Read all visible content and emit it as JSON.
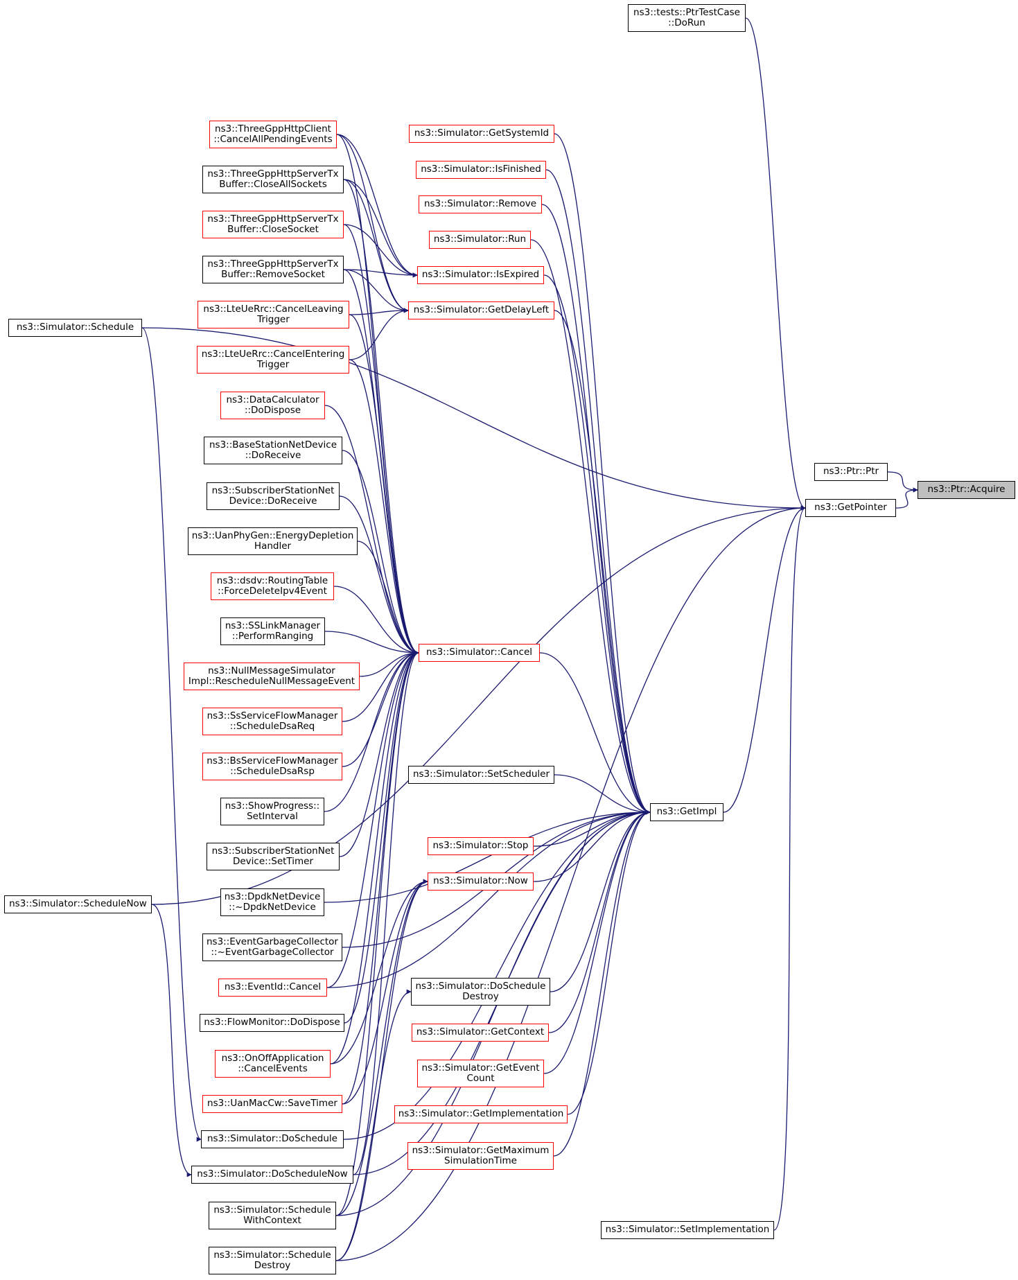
{
  "colors": {
    "edge": "#191970",
    "border_default": "#000000",
    "border_red": "#ff0000",
    "focus_fill": "#bfbfbf"
  },
  "nodes": {
    "acquire": {
      "lines": [
        "ns3::Ptr::Acquire"
      ],
      "border": "black",
      "highlight": true
    },
    "ptr_ptr": {
      "lines": [
        "ns3::Ptr::Ptr"
      ],
      "border": "black"
    },
    "get_pointer": {
      "lines": [
        "ns3::GetPointer"
      ],
      "border": "black"
    },
    "ptr_test_case": {
      "lines": [
        "ns3::tests::PtrTestCase",
        "::DoRun"
      ],
      "border": "black"
    },
    "get_impl": {
      "lines": [
        "ns3::GetImpl"
      ],
      "border": "black"
    },
    "sim_set_implementation": {
      "lines": [
        "ns3::Simulator::SetImplementation"
      ],
      "border": "black"
    },
    "sim_schedule": {
      "lines": [
        "ns3::Simulator::Schedule"
      ],
      "border": "black"
    },
    "sim_schedule_now": {
      "lines": [
        "ns3::Simulator::ScheduleNow"
      ],
      "border": "black"
    },
    "sim_get_system_id": {
      "lines": [
        "ns3::Simulator::GetSystemId"
      ],
      "border": "red"
    },
    "sim_is_finished": {
      "lines": [
        "ns3::Simulator::IsFinished"
      ],
      "border": "red"
    },
    "sim_remove": {
      "lines": [
        "ns3::Simulator::Remove"
      ],
      "border": "red"
    },
    "sim_run": {
      "lines": [
        "ns3::Simulator::Run"
      ],
      "border": "red"
    },
    "sim_is_expired": {
      "lines": [
        "ns3::Simulator::IsExpired"
      ],
      "border": "red"
    },
    "sim_get_delay_left": {
      "lines": [
        "ns3::Simulator::GetDelayLeft"
      ],
      "border": "red"
    },
    "sim_cancel": {
      "lines": [
        "ns3::Simulator::Cancel"
      ],
      "border": "red"
    },
    "sim_set_scheduler": {
      "lines": [
        "ns3::Simulator::SetScheduler"
      ],
      "border": "black"
    },
    "sim_stop": {
      "lines": [
        "ns3::Simulator::Stop"
      ],
      "border": "red"
    },
    "sim_now": {
      "lines": [
        "ns3::Simulator::Now"
      ],
      "border": "red"
    },
    "sim_do_schedule_destroy": {
      "lines": [
        "ns3::Simulator::DoSchedule",
        "Destroy"
      ],
      "border": "black"
    },
    "sim_get_context": {
      "lines": [
        "ns3::Simulator::GetContext"
      ],
      "border": "red"
    },
    "sim_get_event_count": {
      "lines": [
        "ns3::Simulator::GetEvent",
        "Count"
      ],
      "border": "red"
    },
    "sim_get_implementation": {
      "lines": [
        "ns3::Simulator::GetImplementation"
      ],
      "border": "red"
    },
    "sim_get_max_sim_time": {
      "lines": [
        "ns3::Simulator::GetMaximum",
        "SimulationTime"
      ],
      "border": "red"
    },
    "http_client_cancel": {
      "lines": [
        "ns3::ThreeGppHttpClient",
        "::CancelAllPendingEvents"
      ],
      "border": "red"
    },
    "http_close_all_sockets": {
      "lines": [
        "ns3::ThreeGppHttpServerTx",
        "Buffer::CloseAllSockets"
      ],
      "border": "black"
    },
    "http_close_socket": {
      "lines": [
        "ns3::ThreeGppHttpServerTx",
        "Buffer::CloseSocket"
      ],
      "border": "red"
    },
    "http_remove_socket": {
      "lines": [
        "ns3::ThreeGppHttpServerTx",
        "Buffer::RemoveSocket"
      ],
      "border": "black"
    },
    "lte_cancel_leaving": {
      "lines": [
        "ns3::LteUeRrc::CancelLeaving",
        "Trigger"
      ],
      "border": "red"
    },
    "lte_cancel_entering": {
      "lines": [
        "ns3::LteUeRrc::CancelEntering",
        "Trigger"
      ],
      "border": "red"
    },
    "data_calculator_dispose": {
      "lines": [
        "ns3::DataCalculator",
        "::DoDispose"
      ],
      "border": "red"
    },
    "bs_net_device_receive": {
      "lines": [
        "ns3::BaseStationNetDevice",
        "::DoReceive"
      ],
      "border": "black"
    },
    "ss_net_device_receive": {
      "lines": [
        "ns3::SubscriberStationNet",
        "Device::DoReceive"
      ],
      "border": "black"
    },
    "uan_energy_depletion": {
      "lines": [
        "ns3::UanPhyGen::EnergyDepletion",
        "Handler"
      ],
      "border": "black"
    },
    "dsdv_force_delete": {
      "lines": [
        "ns3::dsdv::RoutingTable",
        "::ForceDeleteIpv4Event"
      ],
      "border": "red"
    },
    "ss_link_ranging": {
      "lines": [
        "ns3::SSLinkManager",
        "::PerformRanging"
      ],
      "border": "black"
    },
    "null_msg_reschedule": {
      "lines": [
        "ns3::NullMessageSimulator",
        "Impl::RescheduleNullMessageEvent"
      ],
      "border": "red"
    },
    "ss_dsa_req": {
      "lines": [
        "ns3::SsServiceFlowManager",
        "::ScheduleDsaReq"
      ],
      "border": "red"
    },
    "bs_dsa_rsp": {
      "lines": [
        "ns3::BsServiceFlowManager",
        "::ScheduleDsaRsp"
      ],
      "border": "red"
    },
    "show_progress_interval": {
      "lines": [
        "ns3::ShowProgress::",
        "SetInterval"
      ],
      "border": "black"
    },
    "ss_net_device_timer": {
      "lines": [
        "ns3::SubscriberStationNet",
        "Device::SetTimer"
      ],
      "border": "black"
    },
    "dpdk_net_device_dtor": {
      "lines": [
        "ns3::DpdkNetDevice",
        "::~DpdkNetDevice"
      ],
      "border": "black"
    },
    "event_gc_dtor": {
      "lines": [
        "ns3::EventGarbageCollector",
        "::~EventGarbageCollector"
      ],
      "border": "black"
    },
    "event_id_cancel": {
      "lines": [
        "ns3::EventId::Cancel"
      ],
      "border": "red"
    },
    "flow_monitor_dispose": {
      "lines": [
        "ns3::FlowMonitor::DoDispose"
      ],
      "border": "black"
    },
    "onoff_cancel_events": {
      "lines": [
        "ns3::OnOffApplication",
        "::CancelEvents"
      ],
      "border": "red"
    },
    "uan_mac_save_timer": {
      "lines": [
        "ns3::UanMacCw::SaveTimer"
      ],
      "border": "red"
    },
    "sim_do_schedule": {
      "lines": [
        "ns3::Simulator::DoSchedule"
      ],
      "border": "black"
    },
    "sim_do_schedule_now": {
      "lines": [
        "ns3::Simulator::DoScheduleNow"
      ],
      "border": "black"
    },
    "sim_schedule_with_context": {
      "lines": [
        "ns3::Simulator::Schedule",
        "WithContext"
      ],
      "border": "black"
    },
    "sim_schedule_destroy": {
      "lines": [
        "ns3::Simulator::Schedule",
        "Destroy"
      ],
      "border": "black"
    }
  },
  "edges": [
    [
      "ptr_ptr",
      "acquire"
    ],
    [
      "get_pointer",
      "acquire"
    ],
    [
      "ptr_test_case",
      "get_pointer"
    ],
    [
      "sim_schedule",
      "get_pointer"
    ],
    [
      "sim_schedule_now",
      "get_pointer"
    ],
    [
      "get_impl",
      "get_pointer"
    ],
    [
      "sim_set_implementation",
      "get_pointer"
    ],
    [
      "sim_schedule_destroy",
      "get_pointer"
    ],
    [
      "sim_get_system_id",
      "get_impl"
    ],
    [
      "sim_is_finished",
      "get_impl"
    ],
    [
      "sim_remove",
      "get_impl"
    ],
    [
      "sim_run",
      "get_impl"
    ],
    [
      "sim_is_expired",
      "get_impl"
    ],
    [
      "sim_get_delay_left",
      "get_impl"
    ],
    [
      "sim_cancel",
      "get_impl"
    ],
    [
      "sim_set_scheduler",
      "get_impl"
    ],
    [
      "sim_stop",
      "get_impl"
    ],
    [
      "sim_now",
      "get_impl"
    ],
    [
      "sim_do_schedule_destroy",
      "get_impl"
    ],
    [
      "sim_get_context",
      "get_impl"
    ],
    [
      "sim_get_event_count",
      "get_impl"
    ],
    [
      "sim_get_implementation",
      "get_impl"
    ],
    [
      "sim_get_max_sim_time",
      "get_impl"
    ],
    [
      "sim_do_schedule",
      "get_impl"
    ],
    [
      "sim_do_schedule_now",
      "get_impl"
    ],
    [
      "sim_schedule_with_context",
      "get_impl"
    ],
    [
      "dpdk_net_device_dtor",
      "get_impl"
    ],
    [
      "event_gc_dtor",
      "get_impl"
    ],
    [
      "event_id_cancel",
      "get_impl"
    ],
    [
      "http_client_cancel",
      "sim_is_expired"
    ],
    [
      "http_close_all_sockets",
      "sim_is_expired"
    ],
    [
      "http_close_socket",
      "sim_is_expired"
    ],
    [
      "http_remove_socket",
      "sim_is_expired"
    ],
    [
      "http_client_cancel",
      "sim_get_delay_left"
    ],
    [
      "http_close_all_sockets",
      "sim_get_delay_left"
    ],
    [
      "http_remove_socket",
      "sim_get_delay_left"
    ],
    [
      "lte_cancel_leaving",
      "sim_get_delay_left"
    ],
    [
      "lte_cancel_entering",
      "sim_get_delay_left"
    ],
    [
      "http_client_cancel",
      "sim_cancel"
    ],
    [
      "http_close_all_sockets",
      "sim_cancel"
    ],
    [
      "http_close_socket",
      "sim_cancel"
    ],
    [
      "http_remove_socket",
      "sim_cancel"
    ],
    [
      "lte_cancel_leaving",
      "sim_cancel"
    ],
    [
      "lte_cancel_entering",
      "sim_cancel"
    ],
    [
      "data_calculator_dispose",
      "sim_cancel"
    ],
    [
      "bs_net_device_receive",
      "sim_cancel"
    ],
    [
      "ss_net_device_receive",
      "sim_cancel"
    ],
    [
      "uan_energy_depletion",
      "sim_cancel"
    ],
    [
      "dsdv_force_delete",
      "sim_cancel"
    ],
    [
      "ss_link_ranging",
      "sim_cancel"
    ],
    [
      "null_msg_reschedule",
      "sim_cancel"
    ],
    [
      "ss_dsa_req",
      "sim_cancel"
    ],
    [
      "bs_dsa_rsp",
      "sim_cancel"
    ],
    [
      "show_progress_interval",
      "sim_cancel"
    ],
    [
      "ss_net_device_timer",
      "sim_cancel"
    ],
    [
      "event_id_cancel",
      "sim_cancel"
    ],
    [
      "flow_monitor_dispose",
      "sim_cancel"
    ],
    [
      "onoff_cancel_events",
      "sim_cancel"
    ],
    [
      "uan_mac_save_timer",
      "sim_cancel"
    ],
    [
      "sim_do_schedule_now",
      "sim_cancel"
    ],
    [
      "sim_schedule_with_context",
      "sim_cancel"
    ],
    [
      "onoff_cancel_events",
      "sim_now"
    ],
    [
      "uan_mac_save_timer",
      "sim_now"
    ],
    [
      "sim_schedule_with_context",
      "sim_now"
    ],
    [
      "sim_schedule_destroy",
      "sim_now"
    ],
    [
      "sim_schedule",
      "sim_do_schedule"
    ],
    [
      "sim_schedule_now",
      "sim_do_schedule_now"
    ],
    [
      "sim_schedule_destroy",
      "sim_do_schedule_destroy"
    ]
  ]
}
